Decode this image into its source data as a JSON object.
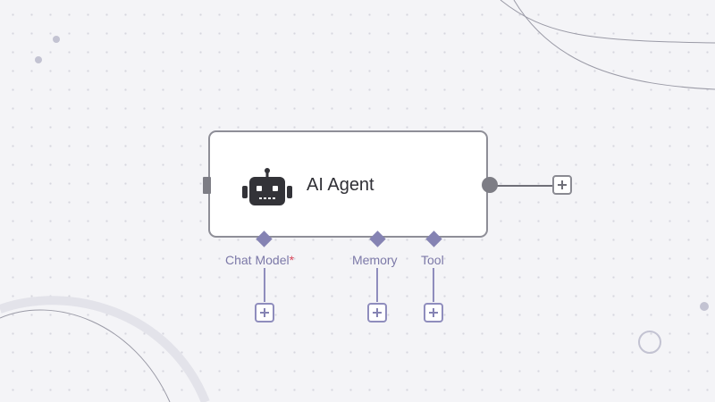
{
  "node": {
    "title": "AI Agent",
    "icon": "robot-icon"
  },
  "connections": [
    {
      "label": "Chat Model",
      "required_mark": "*"
    },
    {
      "label": "Memory",
      "required_mark": ""
    },
    {
      "label": "Tool",
      "required_mark": ""
    }
  ],
  "colors": {
    "background": "#f4f4f7",
    "node_border": "#8e8e97",
    "sub_connector": "#8583b3",
    "required": "#d9465a"
  }
}
